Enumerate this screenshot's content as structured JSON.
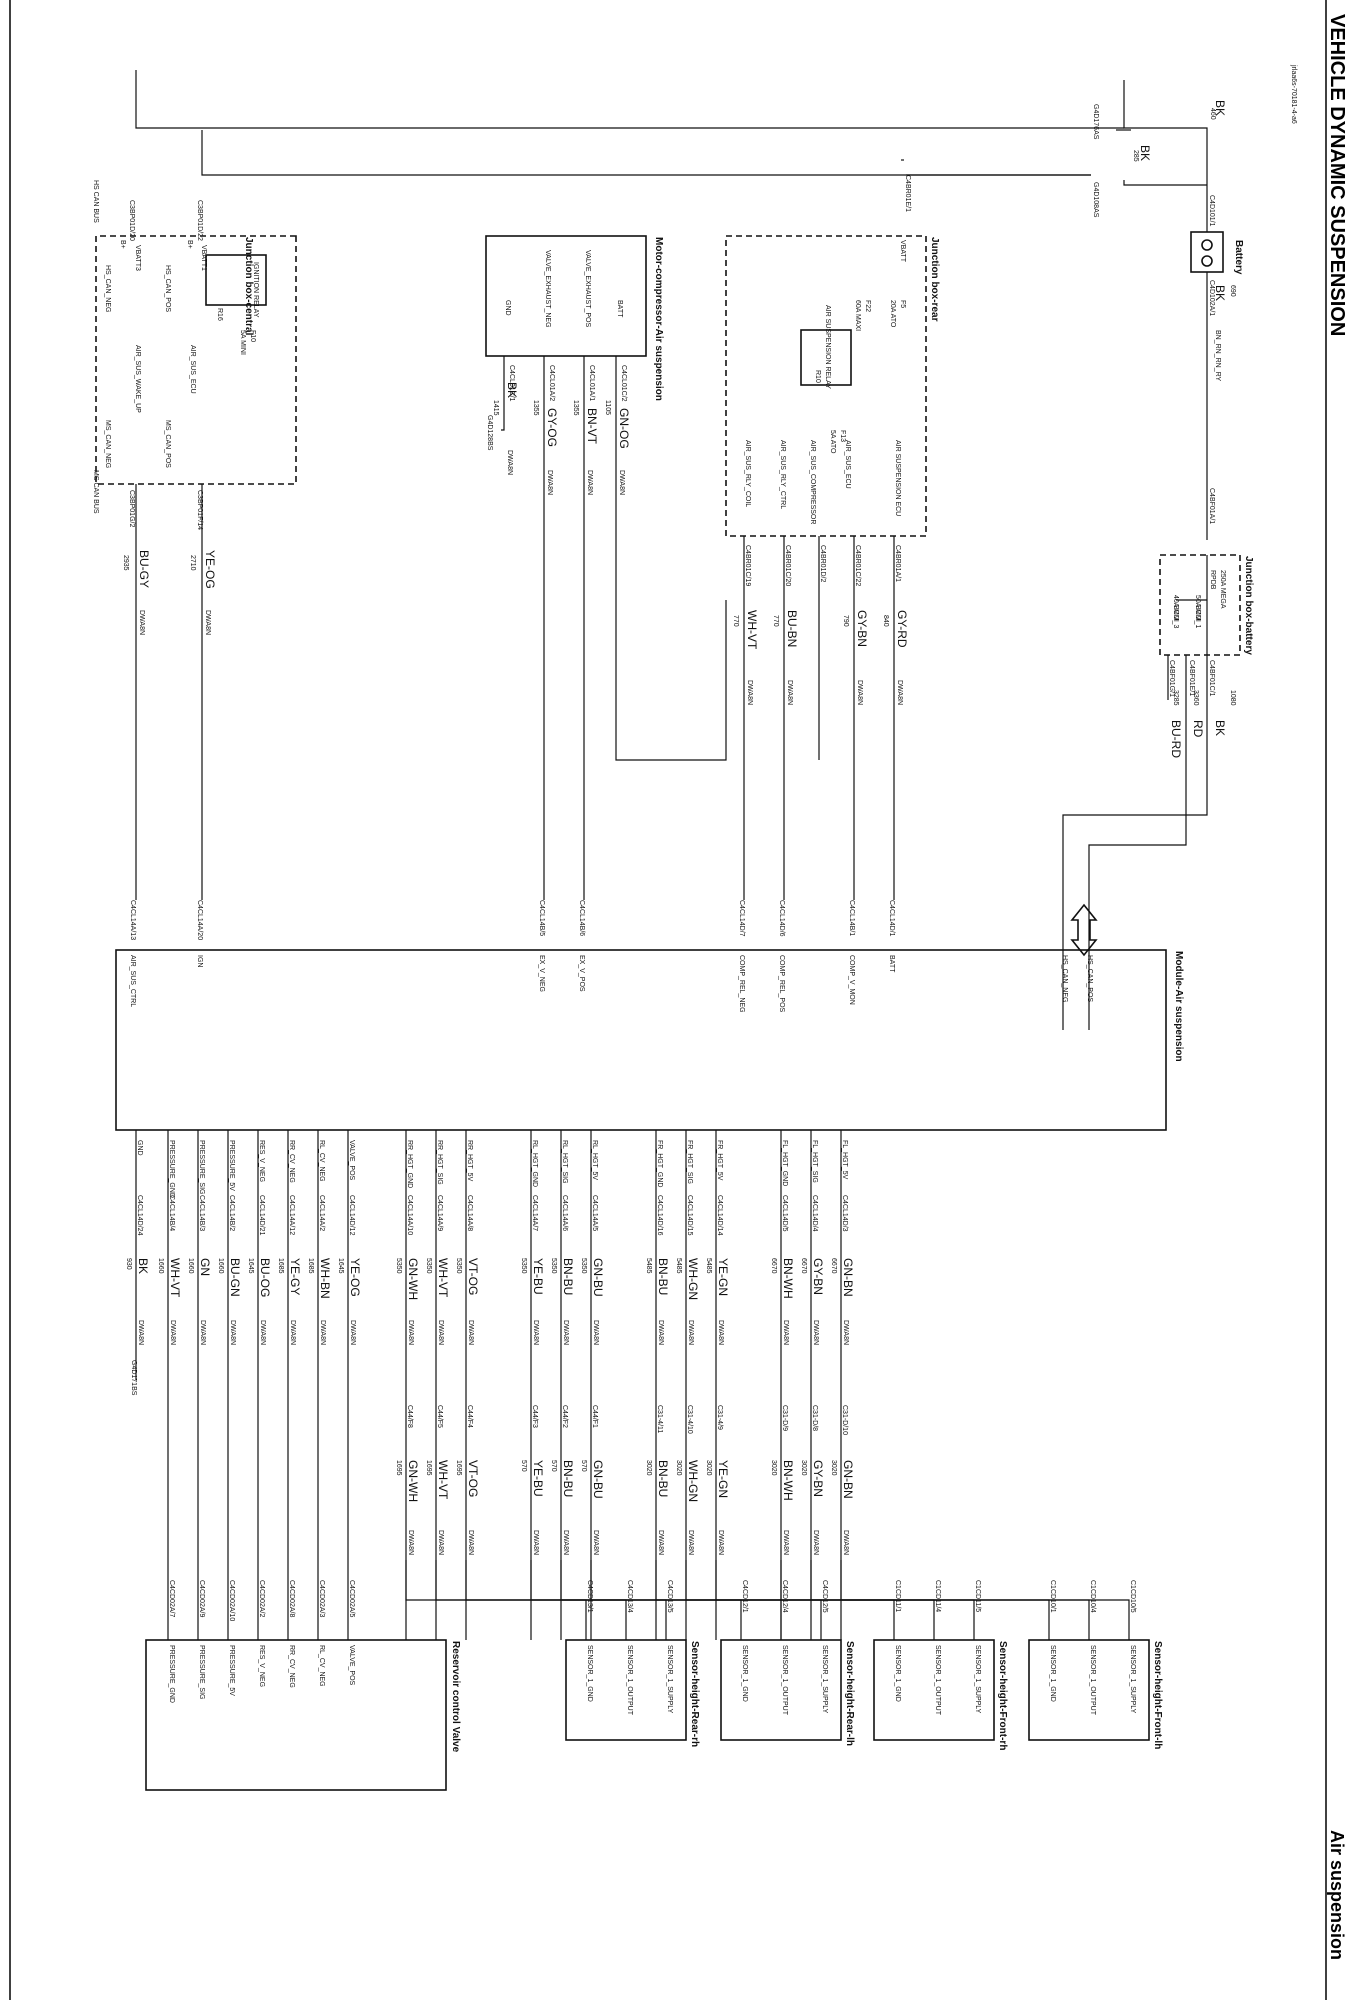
{
  "header": {
    "title": "VEHICLE DYNAMIC SUSPENSION",
    "section": "Air suspension",
    "ref": "jrlaa6s-70181-4-a6"
  },
  "components": {
    "battery": "Battery",
    "jb_central": "Junction box-central",
    "jb_rear": "Junction box-rear",
    "jb_battery": "Junction box-battery",
    "motor_compressor": "Motor-compressor-Air suspension",
    "module": "Module-Air suspension",
    "reservoir_valve": "Reservoir control Valve",
    "sensor_rr": "Sensor-height-Rear-rh",
    "sensor_rl": "Sensor-height-Rear-lh",
    "sensor_fr": "Sensor-height-Front-rh",
    "sensor_fl": "Sensor-height-Front-lh"
  },
  "pins": {
    "jbc_left": [
      "C3BP01D/20",
      "C3BP01D/22"
    ],
    "jbc_vbatt": [
      "VBATT3",
      "VBATT1"
    ],
    "jbc_bplus": [
      "B+",
      "B+"
    ],
    "jbc_canbus": "HS CAN BUS",
    "jbc_hs_can_neg": "HS_CAN_NEG",
    "jbc_hs_can_pos": "HS_CAN_POS",
    "jbc_ms_can_neg": "MS_CAN_NEG",
    "jbc_ms_can_pos": "MS_CAN_POS",
    "jbc_relay": "IGNITION RELAY",
    "jbc_r16": "R16",
    "jbc_fuse": [
      "F10",
      "5A MINI"
    ],
    "jbc_air_sus_ecu": "AIR_SUS_ECU",
    "jbc_wake": "AIR_SUS_WAKE_UP",
    "jbc_right": [
      "C3BP01F/14",
      "C3BP01G/2"
    ],
    "jbc_ms_canbus": "MS CAN BUS",
    "mc_pins": [
      "C4CL01C/2",
      "C4CL01A/1",
      "C4CL01A/2",
      "C4CL01C/1"
    ],
    "mc_sigs": [
      "BATT",
      "VALVE_EXHAUST_POS",
      "VALVE_EXHAUST_NEG",
      "GND"
    ],
    "jbr_pin": "C4BR01E/1",
    "jbr_vbatt": "VBATT",
    "jbr_fuse": [
      "F5",
      "20A ATO"
    ],
    "jbr_fuse2": [
      "F22",
      "60A MAXI"
    ],
    "jbr_relay": "AIR SUSPENSION RELAY",
    "jbr_r10": "R10",
    "jbr_f13": [
      "F13",
      "5A ATO"
    ],
    "jbr_sigs": [
      "AIR SUSPENSION ECU",
      "AIR_SUS_ECU",
      "AIR_SUS_COMPRESSOR",
      "AIR_SUS_RLY_CTRL",
      "AIR_SUS_RLY_COIL"
    ],
    "jbr_out": [
      "C4BR01A/1",
      "C4BR01C/22",
      "C4BR01D/2",
      "C4BR01C/20",
      "C4BR01C/19"
    ],
    "battery_pins": [
      "C4D101/1",
      "C4D102A/1"
    ],
    "battery_grounds": [
      "G4D176AS",
      "G4D108AS"
    ],
    "jbb_pins": [
      "C4BF01A/1",
      "C4BF01C/1",
      "C4BF01E/1",
      "C4BF01G/1"
    ],
    "jbb_fuses": [
      "250A MEGA",
      "RPDB",
      "50A MDI",
      "BCM_1",
      "40A MDI",
      "BCM_3"
    ],
    "module_pins": [
      "C4CL14A/13",
      "C4CL14A/20",
      "C4CL14B/5",
      "C4CL14B/6",
      "C4CL14D/7",
      "C4CL14D/6",
      "C4CL14B/1",
      "C4CL14D/1"
    ],
    "module_sigs": [
      "AIR_SUS_CTRL",
      "IGN",
      "EX_V_NEG",
      "EX_V_POS",
      "COMP_REL_NEG",
      "COMP_REL_POS",
      "COMP_V_MON",
      "BATT",
      "HS_CAN_POS",
      "HS_CAN_NEG"
    ],
    "module_bottom_sigs": [
      "GND",
      "PRESSURE_GND",
      "PRESSURE_SIG",
      "PRESSURE_5V",
      "RES_V_NEG",
      "RR_CV_NEG",
      "RL_CV_NEG",
      "VALVE_POS",
      "RR_HGT_GND",
      "RR_HGT_SIG",
      "RR_HGT_5V",
      "RL_HGT_GND",
      "RL_HGT_SIG",
      "RL_HGT_5V",
      "FR_HGT_GND",
      "FR_HGT_SIG",
      "FR_HGT_5V",
      "FL_HGT_GND",
      "FL_HGT_SIG",
      "FL_HGT_5V"
    ],
    "module_bottom_pins": [
      "C4CL14D/24",
      "C4CL14B/4",
      "C4CL14B/3",
      "C4CL14B/2",
      "C4CL14D/21",
      "C4CL14A/12",
      "C4CL14A/2",
      "C4CL14D/12",
      "C4CL14A/10",
      "C4CL14A/9",
      "C4CL14A/8",
      "C4CL14A/7",
      "C4CL14A/6",
      "C4CL14A/5",
      "C4CL14D/16",
      "C4CL14D/15",
      "C4CL14D/14",
      "C4CL14D/5",
      "C4CL14D/4",
      "C4CL14D/3"
    ],
    "ground_bottom": "G4D171BS",
    "ground_mc": "G4D128BS"
  },
  "wires": {
    "jbc_out": [
      "YE-OG",
      "BU-GY"
    ],
    "jbc_out_num": [
      "2710",
      "2935"
    ],
    "mc": [
      "GN-OG",
      "BN-VT",
      "GY-OG",
      "BK"
    ],
    "mc_num": [
      "1105",
      "1355",
      "1355",
      "1415"
    ],
    "jbr": [
      "GY-RD",
      "GY-BN",
      "BU-BN",
      "WH-VT"
    ],
    "jbr_num": [
      "840",
      "790",
      "770",
      "770"
    ],
    "battery": [
      "BK",
      "BK",
      "BK",
      "BN_RN_RN_RY"
    ],
    "battery_num": [
      "460",
      "285",
      "690"
    ],
    "jbb": [
      "BK",
      "RD",
      "BU-RD"
    ],
    "jbb_num": [
      "1080",
      "3360",
      "3285"
    ],
    "harness": "DWA8N",
    "bottom": [
      "BK",
      "WH-VT",
      "GN",
      "BU-GN",
      "BU-OG",
      "YE-GY",
      "WH-BN",
      "YE-OG",
      "GN-WH",
      "WH-VT",
      "VT-OG",
      "YE-BU",
      "BN-BU",
      "GN-BU",
      "BN-BU",
      "WH-GN",
      "YE-GN",
      "BN-WH",
      "GY-BN",
      "GN-BN"
    ],
    "bottom_num": [
      "930",
      "1660",
      "1660",
      "1660",
      "1645",
      "1685",
      "1685",
      "1645",
      "5350",
      "5350",
      "5350",
      "5350",
      "5350",
      "5350",
      "5485",
      "5485",
      "5485",
      "6670",
      "6670",
      "6670"
    ],
    "sensor_side": [
      "GN-WH",
      "WH-VT",
      "VT-OG",
      "YE-BU",
      "BN-BU",
      "GN-BU",
      "BN-BU",
      "WH-GN",
      "YE-GN",
      "BN-WH",
      "GY-BN",
      "GN-BN"
    ],
    "sensor_side_num": [
      "1695",
      "1695",
      "1695",
      "570",
      "570",
      "570",
      "3020",
      "3020",
      "3020",
      "3020",
      "3020",
      "3020"
    ],
    "inline_pins": [
      "C44/F8",
      "C44/F5",
      "C44/F4",
      "C44/F3",
      "C44/F2",
      "C44/F1",
      "C31-4/11",
      "C31-4/10",
      "C31-4/9",
      "C31-D/9",
      "C31-D/8",
      "C31-D/10"
    ]
  },
  "connectors": {
    "reservoir_pins": [
      "C4CD02A/7",
      "C4CD02A/9",
      "C4CD02A/10",
      "C4CD02A/2",
      "C4CD02A/8",
      "C4CD02A/3",
      "C4CD02A/5"
    ],
    "reservoir_sigs": [
      "PRESSURE_GND",
      "PRESSURE_SIG",
      "PRESSURE_5V",
      "RES_V_NEG",
      "RR_CV_NEG",
      "RL_CV_NEG",
      "VALVE_POS"
    ],
    "sensor_pins_rr": [
      "C4CD13/1",
      "C4CD13/4",
      "C4CD13/5"
    ],
    "sensor_pins_rl": [
      "C4CD12/1",
      "C4CD12/4",
      "C4CD12/5"
    ],
    "sensor_pins_fr": [
      "C1CD11/1",
      "C1CD11/4",
      "C1CD11/5"
    ],
    "sensor_pins_fl": [
      "C1CD10/1",
      "C1CD10/4",
      "C1CD10/5"
    ],
    "sensor_sigs": [
      "SENSOR_1_GND",
      "SENSOR_1_OUTPUT",
      "SENSOR_1_SUPPLY"
    ]
  }
}
